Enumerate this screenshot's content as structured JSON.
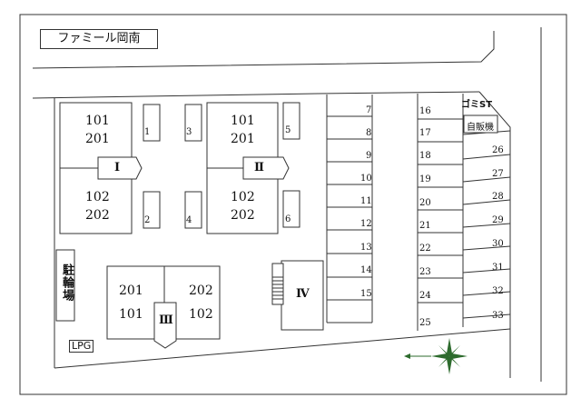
{
  "title": "ファミール岡南",
  "buildings": [
    {
      "id": "I",
      "units_top": [
        "101",
        "201"
      ],
      "units_bottom": [
        "102",
        "202"
      ]
    },
    {
      "id": "Ⅱ",
      "units_top": [
        "101",
        "201"
      ],
      "units_bottom": [
        "102",
        "202"
      ]
    },
    {
      "id": "Ⅲ",
      "units_left": [
        "201",
        "101"
      ],
      "units_right": [
        "202",
        "102"
      ]
    },
    {
      "id": "Ⅳ"
    }
  ],
  "small_parking": [
    "1",
    "2",
    "3",
    "4",
    "5",
    "6"
  ],
  "parking_col_a": [
    "7",
    "8",
    "9",
    "10",
    "11",
    "12",
    "13",
    "14",
    "15"
  ],
  "parking_col_b": [
    "16",
    "17",
    "18",
    "19",
    "20",
    "21",
    "22",
    "23",
    "24",
    "25"
  ],
  "parking_col_c": [
    "26",
    "27",
    "28",
    "29",
    "30",
    "31",
    "32",
    "33"
  ],
  "bicycle_parking": "駐輪場",
  "lpg": "LPG",
  "garbage_station": "ゴミST",
  "vending_machine": "自販機"
}
